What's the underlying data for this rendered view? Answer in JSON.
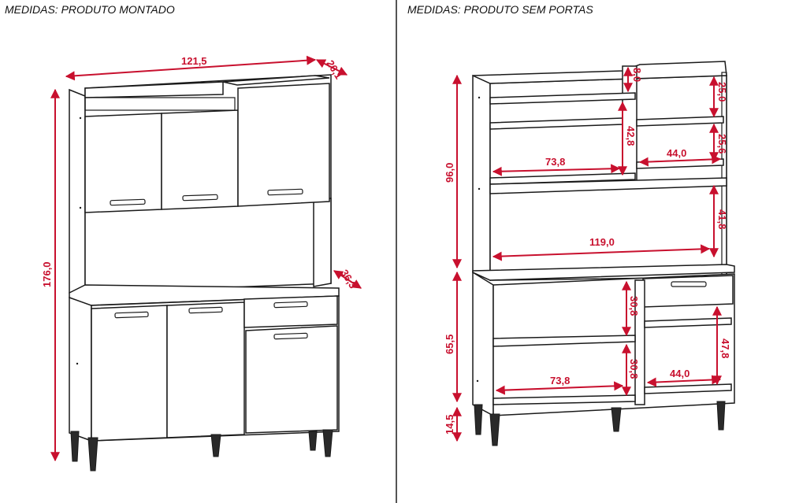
{
  "left_view": {
    "title": "MEDIDAS: PRODUTO MONTADO",
    "dims": {
      "width": "121,5",
      "depth_top": "26,1",
      "depth_bottom": "36,3",
      "height": "176,0"
    }
  },
  "right_view": {
    "title": "MEDIDAS: PRODUTO SEM PORTAS",
    "dims": {
      "upper_height": "96,0",
      "lower_height": "65,5",
      "leg_height": "14,5",
      "top_gap": "8,0",
      "niche_25": "25,0",
      "niche_25_6": "25,6",
      "niche_42_8": "42,8",
      "niche_41_8": "41,8",
      "shelf_73_8_top": "73,8",
      "shelf_44_top": "44,0",
      "shelf_119": "119,0",
      "lower_30_8_a": "30,8",
      "lower_30_8_b": "30,8",
      "lower_47_8": "47,8",
      "shelf_73_8_bottom": "73,8",
      "shelf_44_bottom": "44,0"
    }
  },
  "colors": {
    "dimension": "#c8102e",
    "ink": "#1a1a1a",
    "divider": "#555555"
  }
}
